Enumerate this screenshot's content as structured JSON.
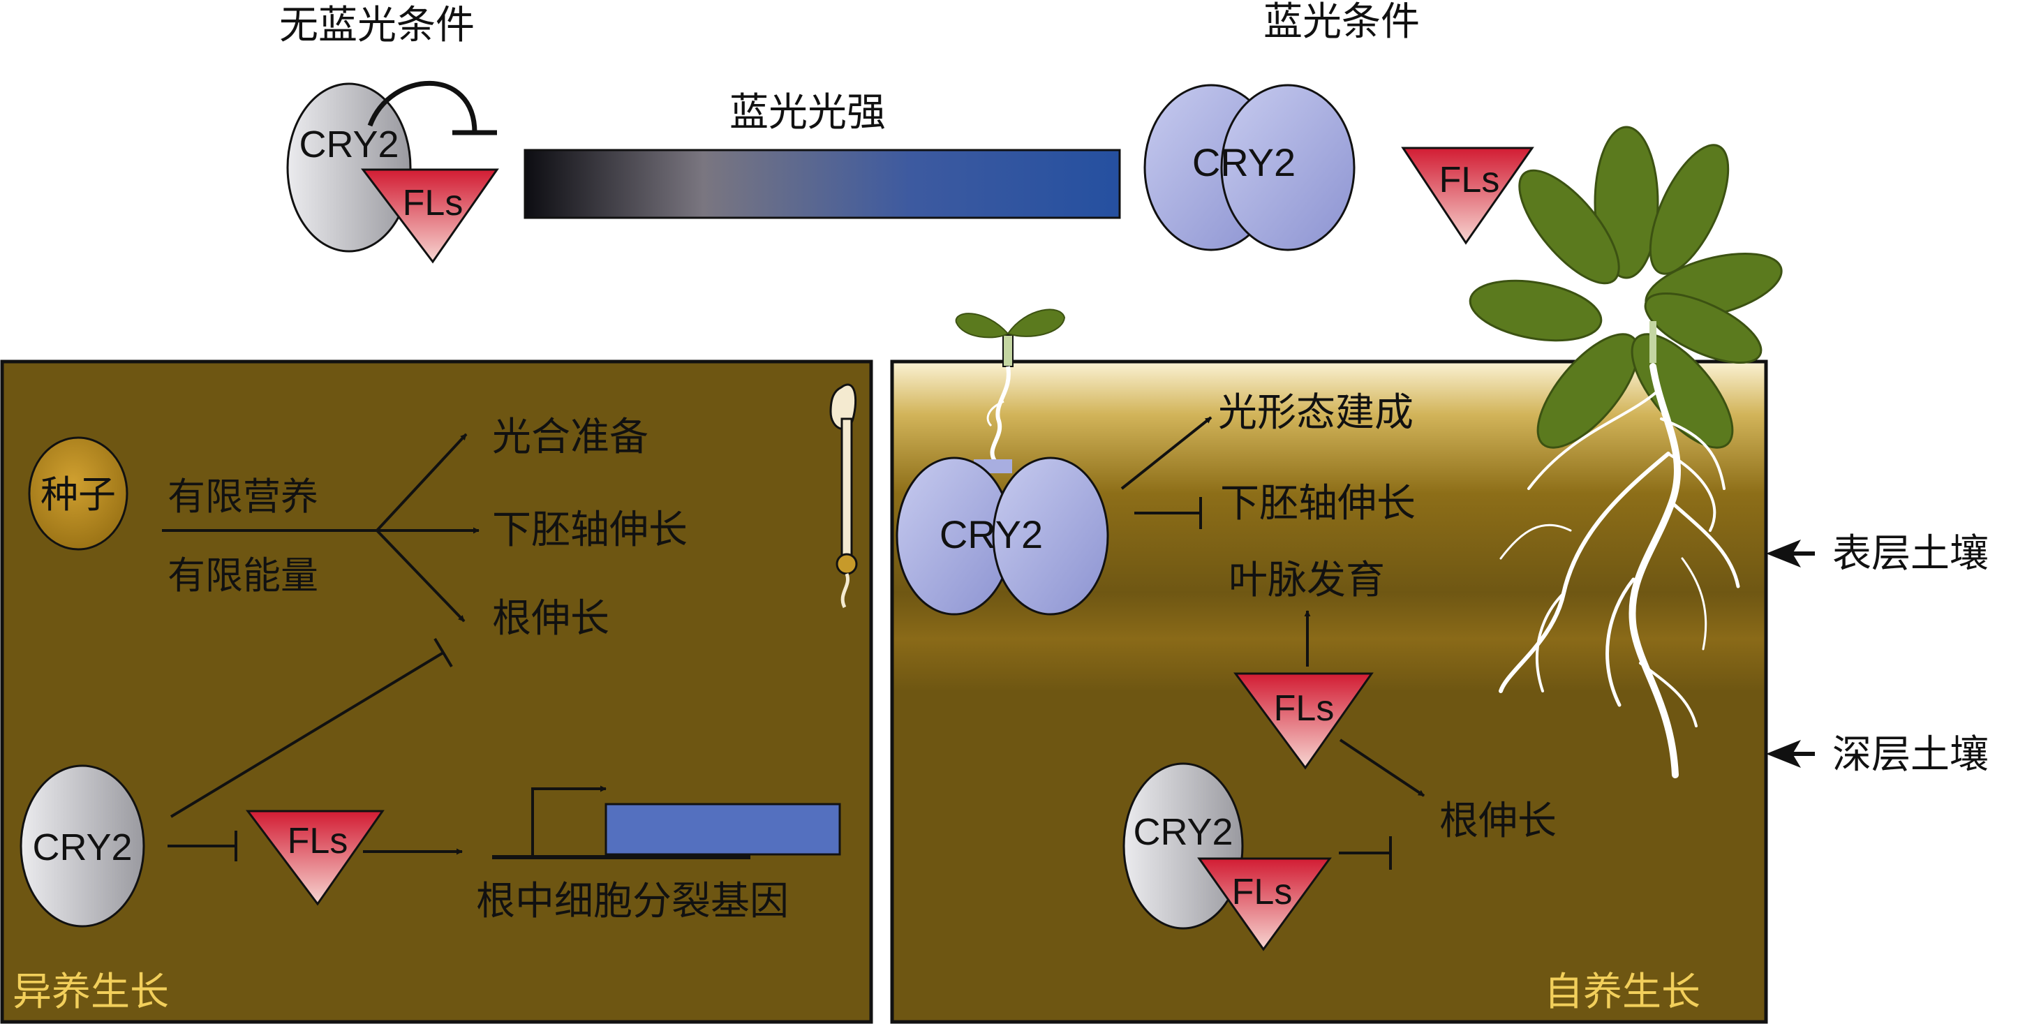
{
  "top": {
    "no_blue_title": "无蓝光条件",
    "blue_title": "蓝光条件",
    "intensity_label": "蓝光光强",
    "cry2": "CRY2",
    "fls": "FLs"
  },
  "left_panel": {
    "seed": "种子",
    "nutrition": "有限营养",
    "energy": "有限能量",
    "out_photo": "光合准备",
    "out_hypo": "下胚轴伸长",
    "out_root": "根伸长",
    "cry2": "CRY2",
    "fls": "FLs",
    "gene_label": "根中细胞分裂基因",
    "caption": "异养生长"
  },
  "right_panel": {
    "cry2_top": "CRY2",
    "photomorph": "光形态建成",
    "hypocotyl": "下胚轴伸长",
    "vein": "叶脉发育",
    "fls": "FLs",
    "cry2_bottom": "CRY2",
    "fls_bottom": "FLs",
    "root_elong": "根伸长",
    "caption": "自养生长"
  },
  "side_labels": {
    "surface": "表层土壤",
    "deep": "深层土壤"
  },
  "colors": {
    "soil": "#6e5612",
    "caption": "#f2cf5b",
    "bar_blue": "#2a56a0",
    "cry_blue": "#a8aee0",
    "cry_grey": "#d0d0d4",
    "fls_red": "#d8243c",
    "leaf": "#5b7a1e",
    "gene_box": "#5470bf"
  }
}
